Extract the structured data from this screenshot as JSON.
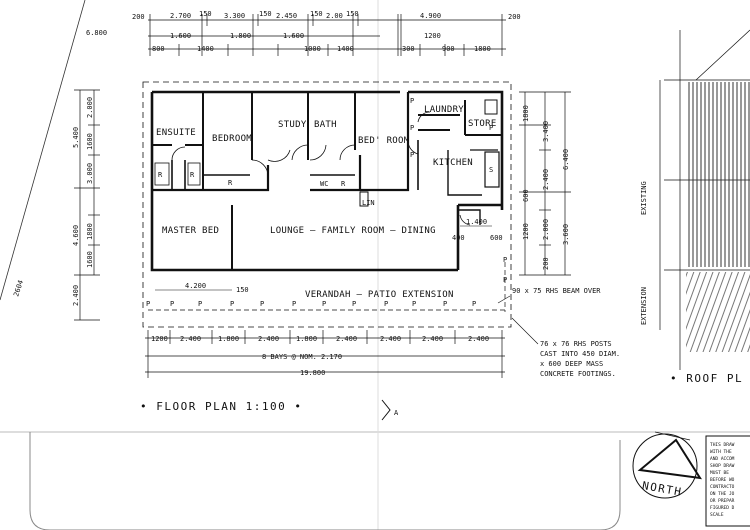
{
  "rooms": {
    "ensuite": "ENSUITE",
    "bedroom": "BEDROOM",
    "study": "STUDY",
    "bath": "BATH",
    "bedroom2": "BED' ROOM",
    "laundry": "LAUNDRY",
    "store": "STORE",
    "kitchen": "KITCHEN",
    "master_bed": "MASTER BED",
    "lounge": "LOUNGE – FAMILY ROOM – DINING",
    "verandah": "VERANDAH – PATIO EXTENSION"
  },
  "markers": {
    "robe": "R",
    "linen": "LIN",
    "wc": "WC",
    "post": "P",
    "pantry": "P",
    "shelf": "S"
  },
  "top_dims": {
    "row1": [
      "200",
      "2.700",
      "150",
      "3.300",
      "150",
      "2.450",
      "150",
      "2.00",
      "150",
      "4.900",
      "200"
    ],
    "overall": "6.800",
    "row3": [
      "1.600",
      "1400",
      "1.800",
      "1.600",
      "1000",
      "1400",
      "1200",
      "900",
      "1800"
    ]
  },
  "left_dims": [
    "5.400",
    "2.000",
    "1600",
    "3.000",
    "4.600",
    "1800",
    "1600",
    "2.400"
  ],
  "right_dims": [
    "1800",
    "3.400",
    "6.400",
    "2.400",
    "600",
    "3.600",
    "2.000",
    "1200",
    "200"
  ],
  "kitchen_dims": [
    "1.400",
    "400",
    "600"
  ],
  "bottom_dims": {
    "master_width": "4.200",
    "post_gap": "150",
    "bays": [
      "1200",
      "2.400",
      "1.800",
      "2.400",
      "1.800",
      "2.400",
      "2.400",
      "2.400",
      "2.400"
    ],
    "bays_note": "8 BAYS @ NOM. 2.170",
    "overall": "19.800"
  },
  "notes": {
    "beam": "90 x 75 RHS BEAM OVER",
    "posts": [
      "76 x 76 RHS POSTS",
      "CAST INTO 450 DIAM.",
      "x 600 DEEP MASS",
      "CONCRETE FOOTINGS."
    ],
    "left_hand": "2604"
  },
  "titles": {
    "floor_plan": "FLOOR PLAN 1:100",
    "roof_plan": "ROOF PL",
    "existing": "EXISTING",
    "extension": "EXTENSION",
    "section_marker": "A",
    "north": "NORTH"
  },
  "side_note": [
    "THIS DRAW",
    "WITH THE",
    "AND ACCOM",
    "SHOP DRAW",
    "MUST BE",
    "BEFORE WO",
    "CONTRACTO",
    "ON THE JO",
    "OR PREPAR",
    "FIGURED D",
    "SCALE"
  ]
}
